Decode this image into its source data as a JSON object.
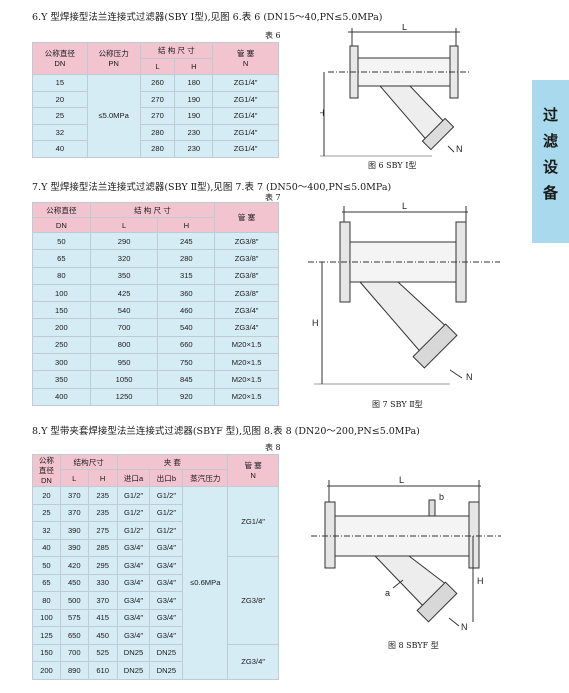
{
  "side_tab": [
    "过",
    "滤",
    "设",
    "备"
  ],
  "sections": [
    {
      "title": "6.Y 型焊接型法兰连接式过滤器(SBY Ⅰ型),见图 6.表 6 (DN15～40,PN≤5.0MPa)",
      "table_label": "表 6",
      "headers": {
        "dn": "公称直径",
        "dn_unit": "DN",
        "pn": "公称压力",
        "pn_unit": "PN",
        "struct": "结 构 尺 寸",
        "L": "L",
        "H": "H",
        "pipe": "管 塞",
        "pipe_unit": "N"
      },
      "pn_value": "≤5.0MPa",
      "rows": [
        {
          "dn": "15",
          "L": "260",
          "H": "180",
          "N": "ZG1/4″"
        },
        {
          "dn": "20",
          "L": "270",
          "H": "190",
          "N": "ZG1/4″"
        },
        {
          "dn": "25",
          "L": "270",
          "H": "190",
          "N": "ZG1/4″"
        },
        {
          "dn": "32",
          "L": "280",
          "H": "230",
          "N": "ZG1/4″"
        },
        {
          "dn": "40",
          "L": "280",
          "H": "230",
          "N": "ZG1/4″"
        }
      ],
      "figure": {
        "caption": "图 6 SBY Ⅰ型",
        "labels": {
          "L": "L",
          "H": "H",
          "N": "N"
        }
      }
    },
    {
      "title": "7.Y 型焊接型法兰连接式过滤器(SBY Ⅱ型),见图 7.表 7 (DN50～400,PN≤5.0MPa)",
      "table_label": "表 7",
      "headers": {
        "dn": "公称直径",
        "dn_unit": "DN",
        "struct": "结 构 尺 寸",
        "L": "L",
        "H": "H",
        "pipe": "管 塞",
        "pipe_unit": "N"
      },
      "rows": [
        {
          "dn": "50",
          "L": "290",
          "H": "245",
          "N": "ZG3/8″"
        },
        {
          "dn": "65",
          "L": "320",
          "H": "280",
          "N": "ZG3/8″"
        },
        {
          "dn": "80",
          "L": "350",
          "H": "315",
          "N": "ZG3/8″"
        },
        {
          "dn": "100",
          "L": "425",
          "H": "360",
          "N": "ZG3/8″"
        },
        {
          "dn": "150",
          "L": "540",
          "H": "460",
          "N": "ZG3/4″"
        },
        {
          "dn": "200",
          "L": "700",
          "H": "540",
          "N": "ZG3/4″"
        },
        {
          "dn": "250",
          "L": "800",
          "H": "660",
          "N": "M20×1.5"
        },
        {
          "dn": "300",
          "L": "950",
          "H": "750",
          "N": "M20×1.5"
        },
        {
          "dn": "350",
          "L": "1050",
          "H": "845",
          "N": "M20×1.5"
        },
        {
          "dn": "400",
          "L": "1250",
          "H": "920",
          "N": "M20×1.5"
        }
      ],
      "figure": {
        "caption": "图 7 SBY Ⅱ型",
        "labels": {
          "L": "L",
          "H": "H",
          "N": "N"
        }
      }
    },
    {
      "title": "8.Y 型带夹套焊接型法兰连接式过滤器(SBYF 型),见图 8.表 8 (DN20～200,PN≤5.0MPa)",
      "table_label": "表 8",
      "headers": {
        "dn": "公称",
        "dn2": "直径",
        "dn_unit": "DN",
        "struct": "结构尺寸",
        "L": "L",
        "H": "H",
        "jacket": "夹 套",
        "inlet": "进口a",
        "outlet": "出口b",
        "steam": "蒸汽压力",
        "pipe": "管 塞",
        "pipe_unit": "N"
      },
      "steam_value": "≤0.6MPa",
      "pipe_groups": [
        "ZG1/4″",
        "ZG3/8″",
        "ZG3/4″"
      ],
      "rows": [
        {
          "dn": "20",
          "L": "370",
          "H": "235",
          "a": "G1/2″",
          "b": "G1/2″"
        },
        {
          "dn": "25",
          "L": "370",
          "H": "235",
          "a": "G1/2″",
          "b": "G1/2″"
        },
        {
          "dn": "32",
          "L": "390",
          "H": "275",
          "a": "G1/2″",
          "b": "G1/2″"
        },
        {
          "dn": "40",
          "L": "390",
          "H": "285",
          "a": "G3/4″",
          "b": "G3/4″"
        },
        {
          "dn": "50",
          "L": "420",
          "H": "295",
          "a": "G3/4″",
          "b": "G3/4″"
        },
        {
          "dn": "65",
          "L": "450",
          "H": "330",
          "a": "G3/4″",
          "b": "G3/4″"
        },
        {
          "dn": "80",
          "L": "500",
          "H": "370",
          "a": "G3/4″",
          "b": "G3/4″"
        },
        {
          "dn": "100",
          "L": "575",
          "H": "415",
          "a": "G3/4″",
          "b": "G3/4″"
        },
        {
          "dn": "125",
          "L": "650",
          "H": "450",
          "a": "G3/4″",
          "b": "G3/4″"
        },
        {
          "dn": "150",
          "L": "700",
          "H": "525",
          "a": "DN25",
          "b": "DN25"
        },
        {
          "dn": "200",
          "L": "890",
          "H": "610",
          "a": "DN25",
          "b": "DN25"
        }
      ],
      "figure": {
        "caption": "图 8 SBYF 型",
        "labels": {
          "L": "L",
          "H": "H",
          "N": "N",
          "a": "a",
          "b": "b"
        }
      }
    }
  ]
}
